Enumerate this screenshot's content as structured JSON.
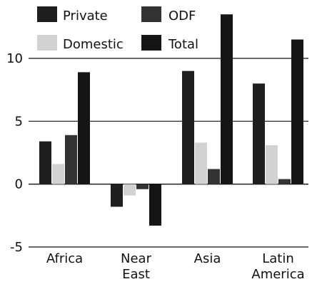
{
  "chart_data": {
    "type": "bar",
    "categories": [
      "Africa",
      "Near\nEast",
      "Asia",
      "Latin\nAmerica"
    ],
    "series": [
      {
        "name": "Private",
        "color": "#1f1f1f",
        "values": [
          3.4,
          -1.8,
          9.0,
          8.0
        ]
      },
      {
        "name": "Domestic",
        "color": "#d2d2d2",
        "values": [
          1.6,
          -0.9,
          3.3,
          3.1
        ]
      },
      {
        "name": "ODF",
        "color": "#333333",
        "values": [
          3.9,
          -0.4,
          1.2,
          0.4
        ]
      },
      {
        "name": "Total",
        "color": "#151515",
        "values": [
          8.9,
          -3.3,
          13.5,
          11.5
        ]
      }
    ],
    "ylim": [
      -5,
      14
    ],
    "yticks": [
      -5,
      0,
      5,
      10
    ],
    "gridlines": [
      -5,
      0,
      5,
      10
    ],
    "legend_position": "top-left, two rows",
    "title": "",
    "xlabel": "",
    "ylabel": ""
  }
}
